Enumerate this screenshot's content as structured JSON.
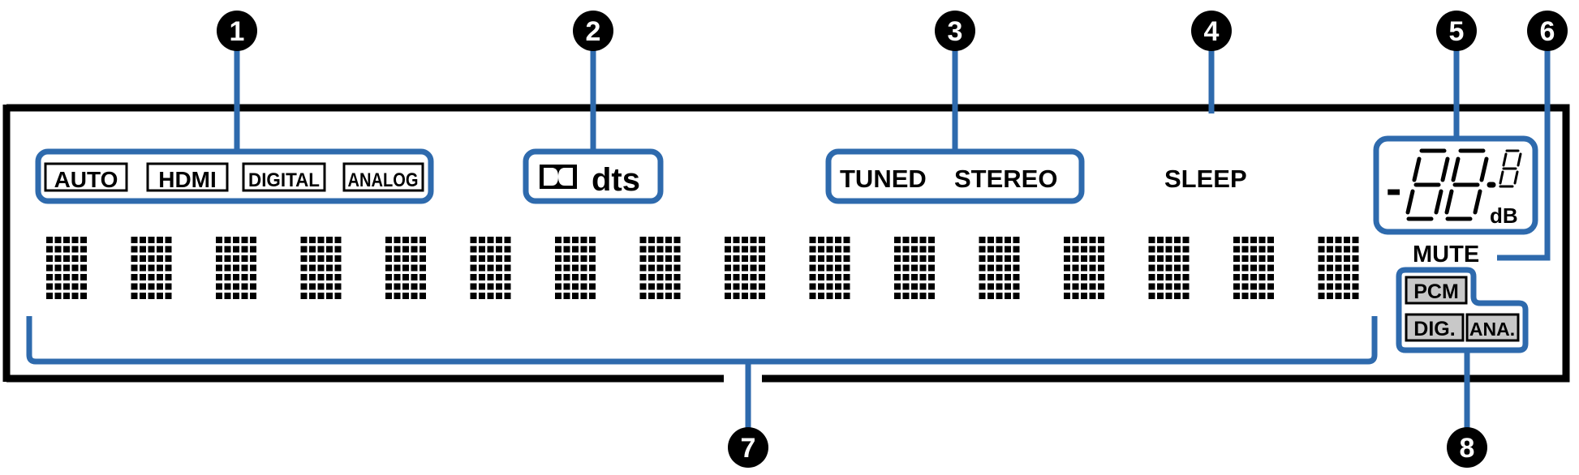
{
  "colors": {
    "frame": "#000000",
    "callout": "#2e6aad",
    "marker_fill": "#000000",
    "marker_text": "#ffffff",
    "grey_badge": "#c8c8c8"
  },
  "callouts": {
    "c1": "1",
    "c2": "2",
    "c3": "3",
    "c4": "4",
    "c5": "5",
    "c6": "6",
    "c7": "7",
    "c8": "8"
  },
  "indicators": {
    "input_mode": [
      "AUTO",
      "HDMI",
      "DIGITAL",
      "ANALOG"
    ],
    "decoder": {
      "dolby_icon": "dolby-double-d-icon",
      "dts": "dts"
    },
    "tuner": [
      "TUNED",
      "STEREO"
    ],
    "sleep": "SLEEP",
    "volume": {
      "sign": "-",
      "unit": "dB"
    },
    "mute": "MUTE",
    "signal": {
      "pcm": "PCM",
      "dig": "DIG.",
      "ana": "ANA."
    }
  },
  "info_display": {
    "character_count": 16
  }
}
